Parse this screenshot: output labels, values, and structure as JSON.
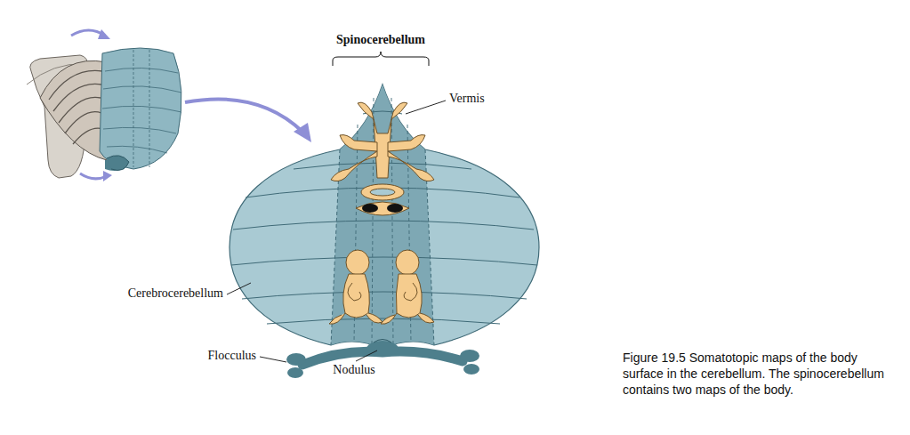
{
  "diagram": {
    "caption": "Figure 19.5 Somatotopic maps of the body surface in the cerebellum. The spinocerebellum contains two maps of the body.",
    "labels": [
      "Spinocerebellum",
      "Vermis",
      "Cerebrocerebellum",
      "Flocculus",
      "Nodulus"
    ]
  }
}
